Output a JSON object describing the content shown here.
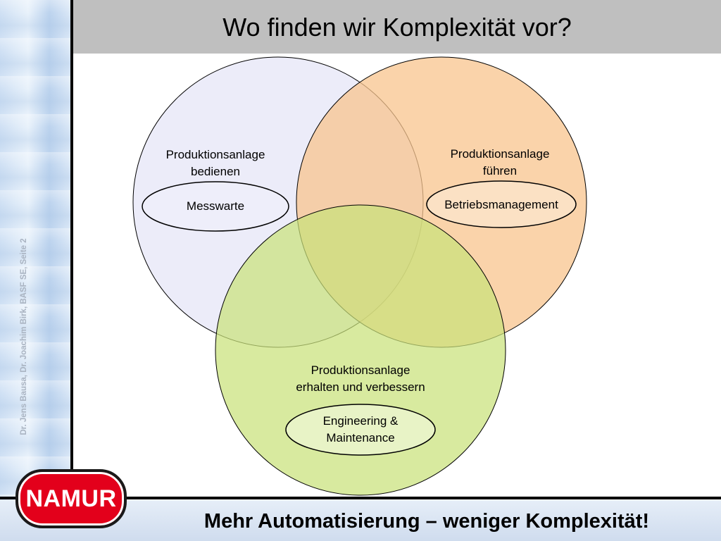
{
  "slide": {
    "title": "Wo finden wir Komplexität vor?",
    "side_text": "Dr. Jens Bausa, Dr. Joachim Birk, BASF SE, Seite 2",
    "footer": "Mehr Automatisierung – weniger Komplexität!",
    "logo_text": "NAMUR"
  },
  "diagram": {
    "circles": [
      {
        "label_line1": "Produktionsanlage",
        "label_line2": "bedienen",
        "ellipse": "Messwarte",
        "color": "#e6e6f7"
      },
      {
        "label_line1": "Produktionsanlage",
        "label_line2": "führen",
        "ellipse": "Betriebsmanagement",
        "color": "#f8cfa0"
      },
      {
        "label_line1": "Produktionsanlage",
        "label_line2": "erhalten und verbessern",
        "ellipse_line1": "Engineering &",
        "ellipse_line2": "Maintenance",
        "color": "#cfe58a"
      }
    ]
  }
}
